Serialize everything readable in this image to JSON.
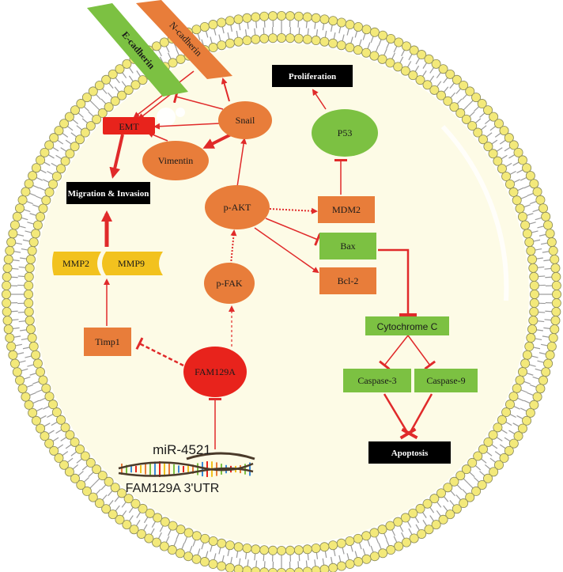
{
  "colors": {
    "cell_fill": "#fdfbe6",
    "lipid_head": "#f3e97a",
    "lipid_head_stroke": "#8a8a5a",
    "lipid_tail": "#9a9a9a",
    "orange_node": "#e87d3a",
    "green_node": "#7cc142",
    "red_node": "#e8231c",
    "black_box": "#000000",
    "yellow_mmp": "#f2c21e",
    "arrow_red": "#e02a2a",
    "dna_strand": "#5a4a3a"
  },
  "nodes": {
    "e_cadherin": "E-cadherin",
    "n_cadherin": "N-cadherin",
    "emt": "EMT",
    "snail": "Snail",
    "vimentin": "Vimentin",
    "migration_invasion": "Migration & Invasion",
    "mmp2": "MMP2",
    "mmp9": "MMP9",
    "timp1": "Timp1",
    "p_akt": "p-AKT",
    "p_fak": "p-FAK",
    "fam129a": "FAM129A",
    "proliferation": "Proliferation",
    "p53": "P53",
    "mdm2": "MDM2",
    "bax": "Bax",
    "bcl2": "Bcl-2",
    "cytochrome_c": "Cytochrome C",
    "caspase3": "Caspase-3",
    "caspase9": "Caspase-9",
    "apoptosis": "Apoptosis",
    "mir4521": "miR-4521",
    "fam129a_utr": "FAM129A 3'UTR"
  }
}
